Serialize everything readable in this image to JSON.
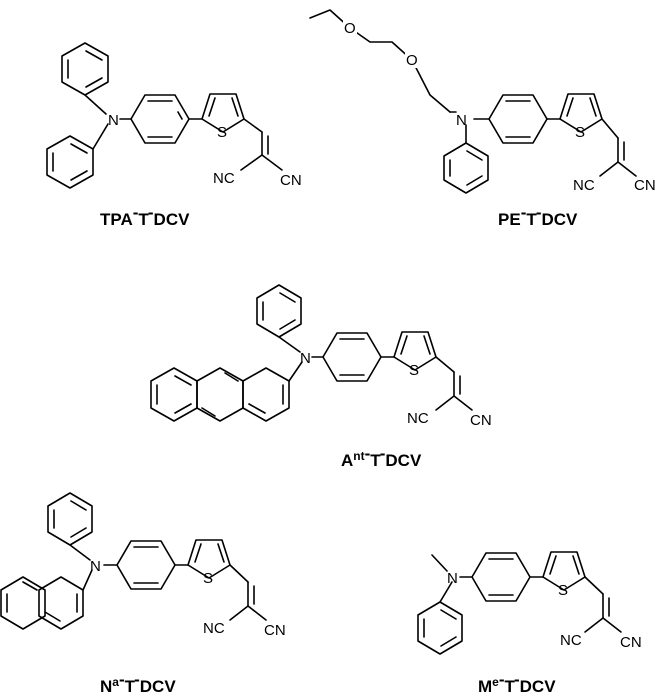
{
  "compounds": [
    {
      "id": "tpa",
      "label": {
        "a": "TPA",
        "b": "T",
        "c": "DCV"
      }
    },
    {
      "id": "pe",
      "label": {
        "a": "PE",
        "b": "T",
        "c": "DCV"
      }
    },
    {
      "id": "ant",
      "label": {
        "a": "A",
        "sup": "nt",
        "b": "T",
        "c": "DCV"
      }
    },
    {
      "id": "na",
      "label": {
        "a": "N",
        "sup": "a",
        "b": "T",
        "c": "DCV"
      }
    },
    {
      "id": "me",
      "label": {
        "a": "M",
        "sup": "e",
        "b": "T",
        "c": "DCV"
      }
    }
  ],
  "atoms": {
    "nitrogen": "N",
    "sulfur": "S",
    "oxygen": "O",
    "nitrile_left": "NC",
    "nitrile_right": "CN"
  },
  "bar": "-"
}
